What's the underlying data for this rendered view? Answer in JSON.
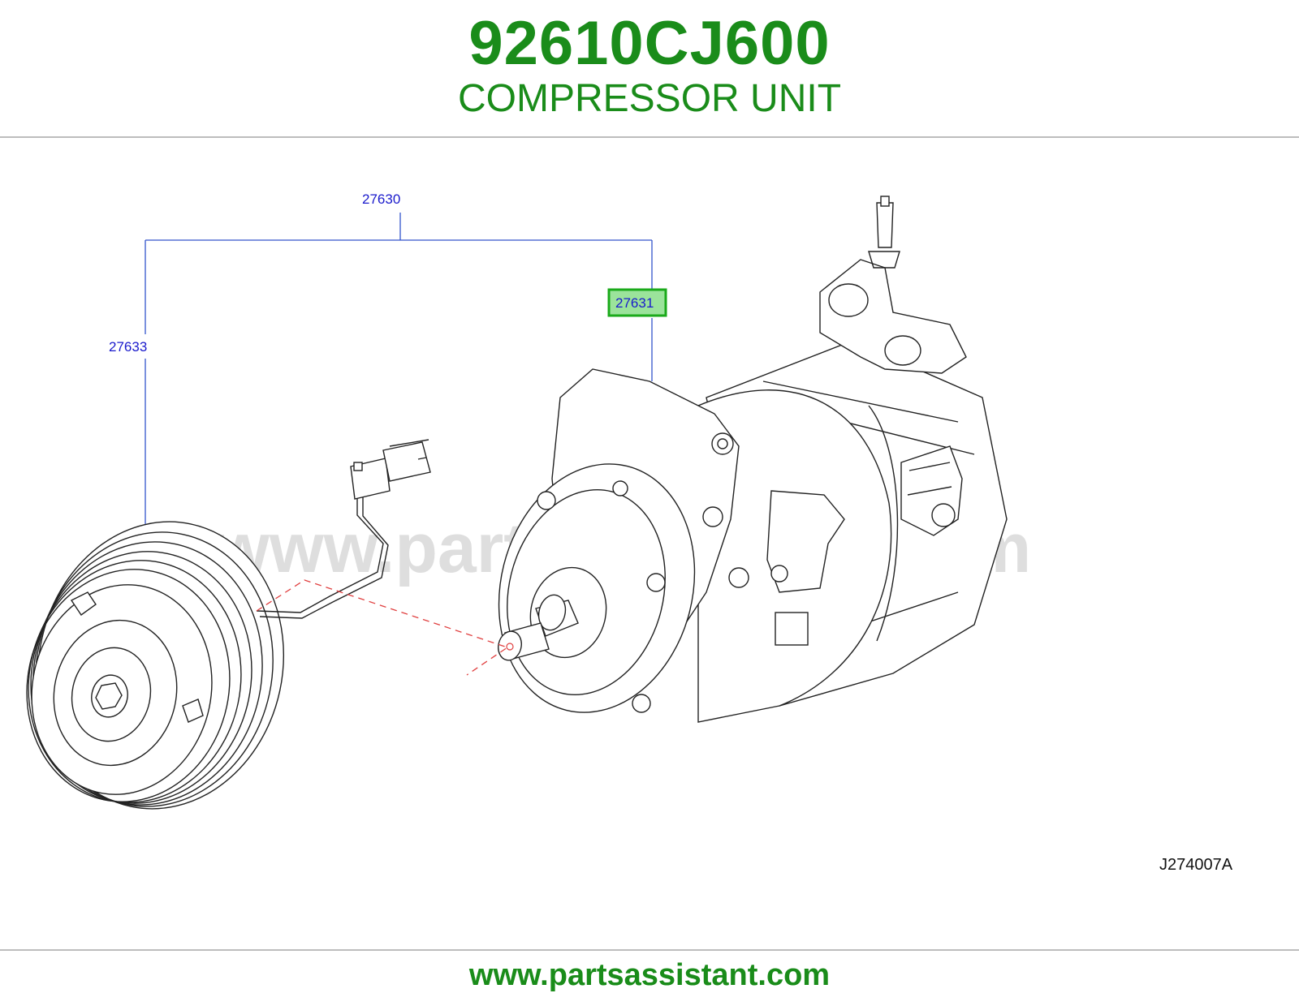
{
  "header": {
    "part_number": "92610CJ600",
    "part_name": "COMPRESSOR UNIT"
  },
  "diagram": {
    "callouts": {
      "assembly": "27630",
      "compressor": "27631",
      "clutch": "27633"
    },
    "highlighted_callout": "27631",
    "reference_code": "J274007A",
    "watermark": "www.partsassistant.com",
    "colors": {
      "title": "#1a8c1a",
      "callout_text": "#1a1acc",
      "leader_line": "#3355cc",
      "highlight_fill": "#9be39b",
      "highlight_border": "#1aaa1a",
      "dashed_line": "#e04040"
    }
  },
  "footer": {
    "site": "www.partsassistant.com"
  }
}
